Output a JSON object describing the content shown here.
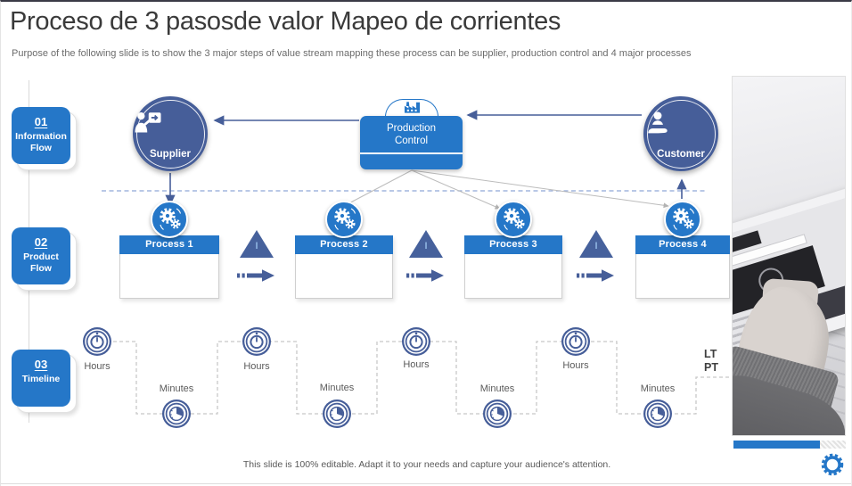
{
  "slide": {
    "title": "Proceso de 3 pasosde valor Mapeo de corrientes",
    "subtitle": "Purpose of the following slide is to show the 3 major steps of value stream mapping these process can be supplier, production control and 4 major processes",
    "footer_note": "This slide is 100% editable. Adapt it to your needs and capture your audience's attention."
  },
  "steps": [
    {
      "number": "01",
      "label": "Information Flow"
    },
    {
      "number": "02",
      "label": "Product Flow"
    },
    {
      "number": "03",
      "label": "Timeline"
    }
  ],
  "information_flow": {
    "supplier": "Supplier",
    "production_control": "Production Control",
    "customer": "Customer"
  },
  "product_flow": {
    "processes": [
      {
        "label": "Process 1"
      },
      {
        "label": "Process 2"
      },
      {
        "label": "Process 3"
      },
      {
        "label": "Process 4"
      }
    ],
    "inventory_marker": "I"
  },
  "timeline": {
    "hours": [
      "Hours",
      "Hours",
      "Hours",
      "Hours"
    ],
    "minutes": [
      "Minutes",
      "Minutes",
      "Minutes",
      "Minutes"
    ],
    "lead_time": "LT",
    "process_time": "PT"
  },
  "icons": {
    "supplier": "supplier-person-icon",
    "production_control": "factory-icon",
    "customer": "customer-hand-icon",
    "process": "gears-icon",
    "hours": "stopwatch-icon",
    "minutes": "clock-icon",
    "settings": "gear-icon"
  },
  "colors": {
    "accent_blue": "#2577C8",
    "navy": "#465E99",
    "title_text": "#3A3A3A",
    "body_text": "#595959"
  }
}
